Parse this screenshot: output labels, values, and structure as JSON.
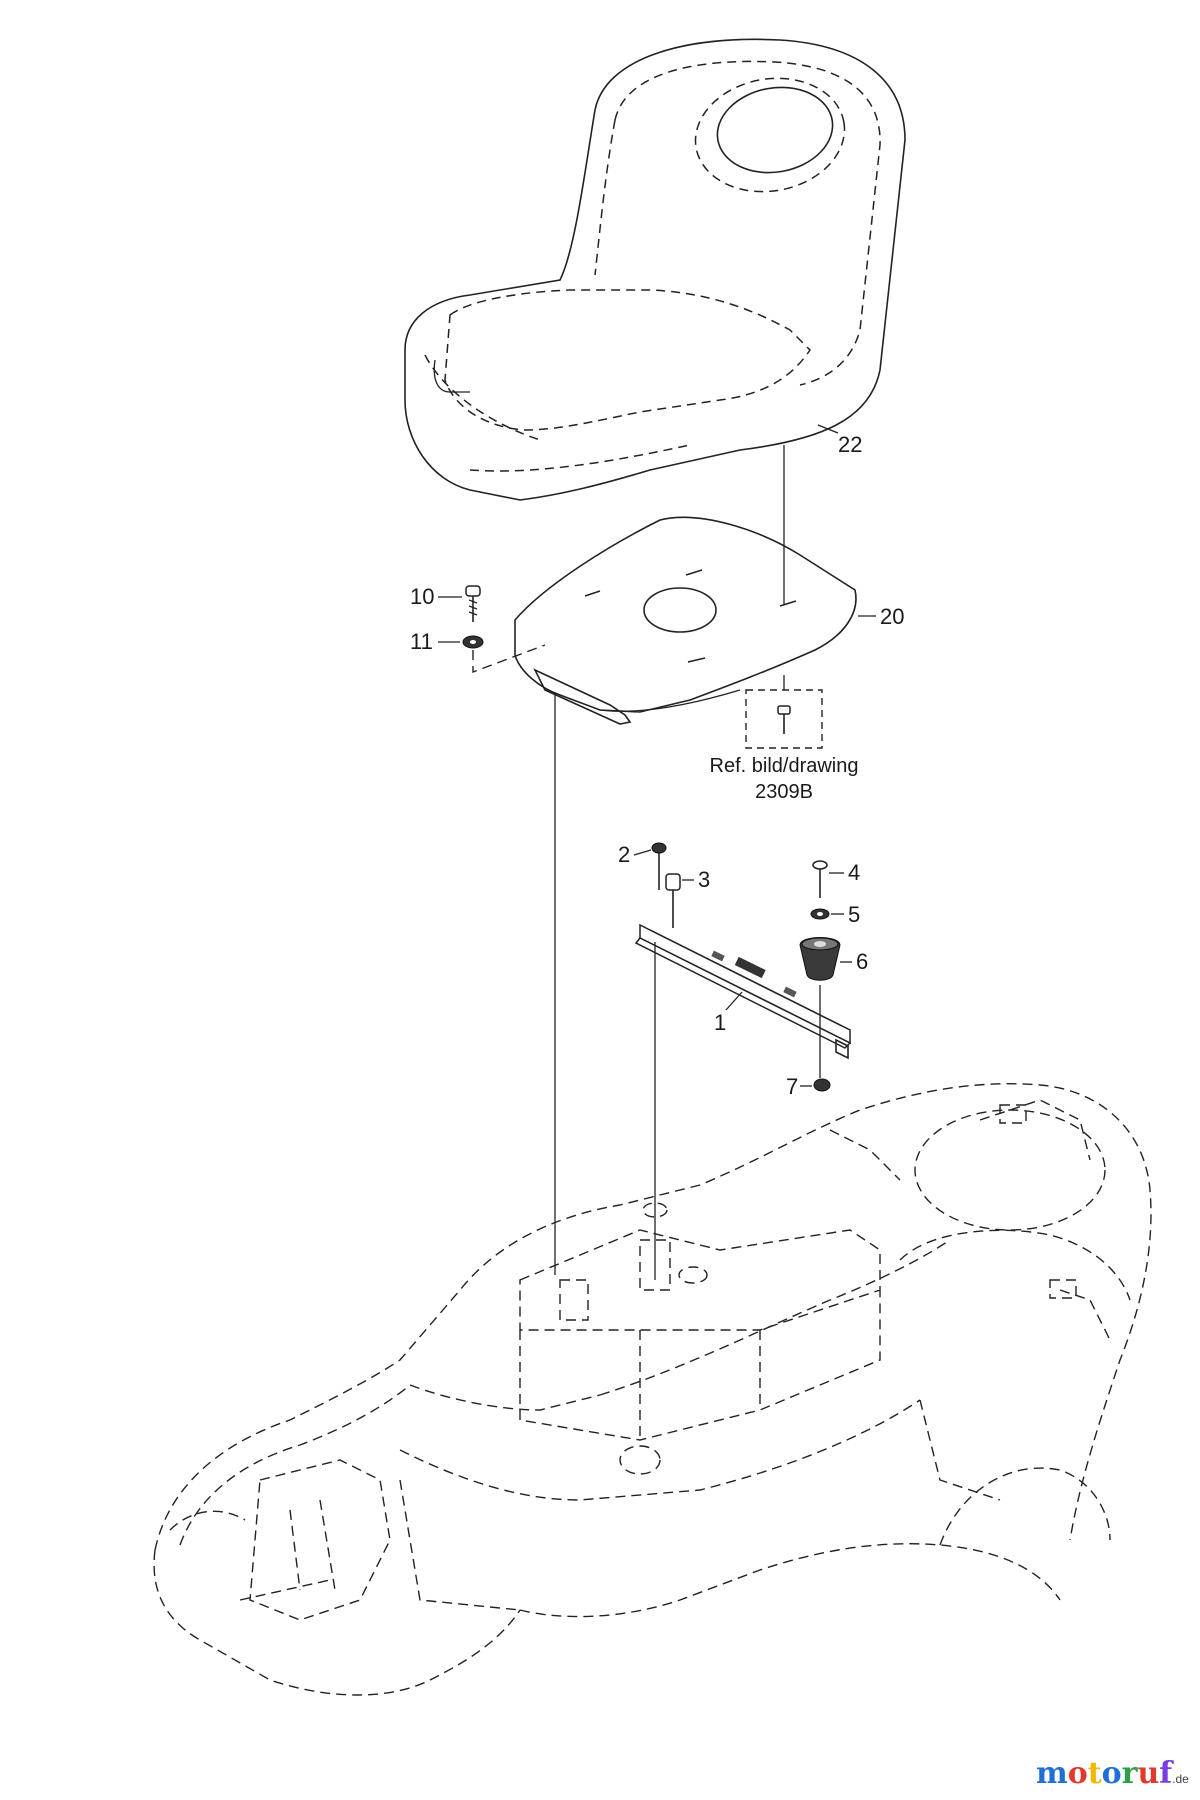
{
  "labels": {
    "p1": "1",
    "p2": "2",
    "p3": "3",
    "p4": "4",
    "p5": "5",
    "p6": "6",
    "p7": "7",
    "p10": "10",
    "p11": "11",
    "p20": "20",
    "p22": "22"
  },
  "reference": {
    "line1": "Ref. bild/drawing",
    "line2": "2309B"
  },
  "watermark": {
    "text": "motoruf",
    "suffix": ".de",
    "colors": [
      "#1f6fd6",
      "#e03a2f",
      "#f2b705",
      "#1f6fd6",
      "#2f9e44",
      "#e03a2f",
      "#7a3ee0"
    ]
  }
}
